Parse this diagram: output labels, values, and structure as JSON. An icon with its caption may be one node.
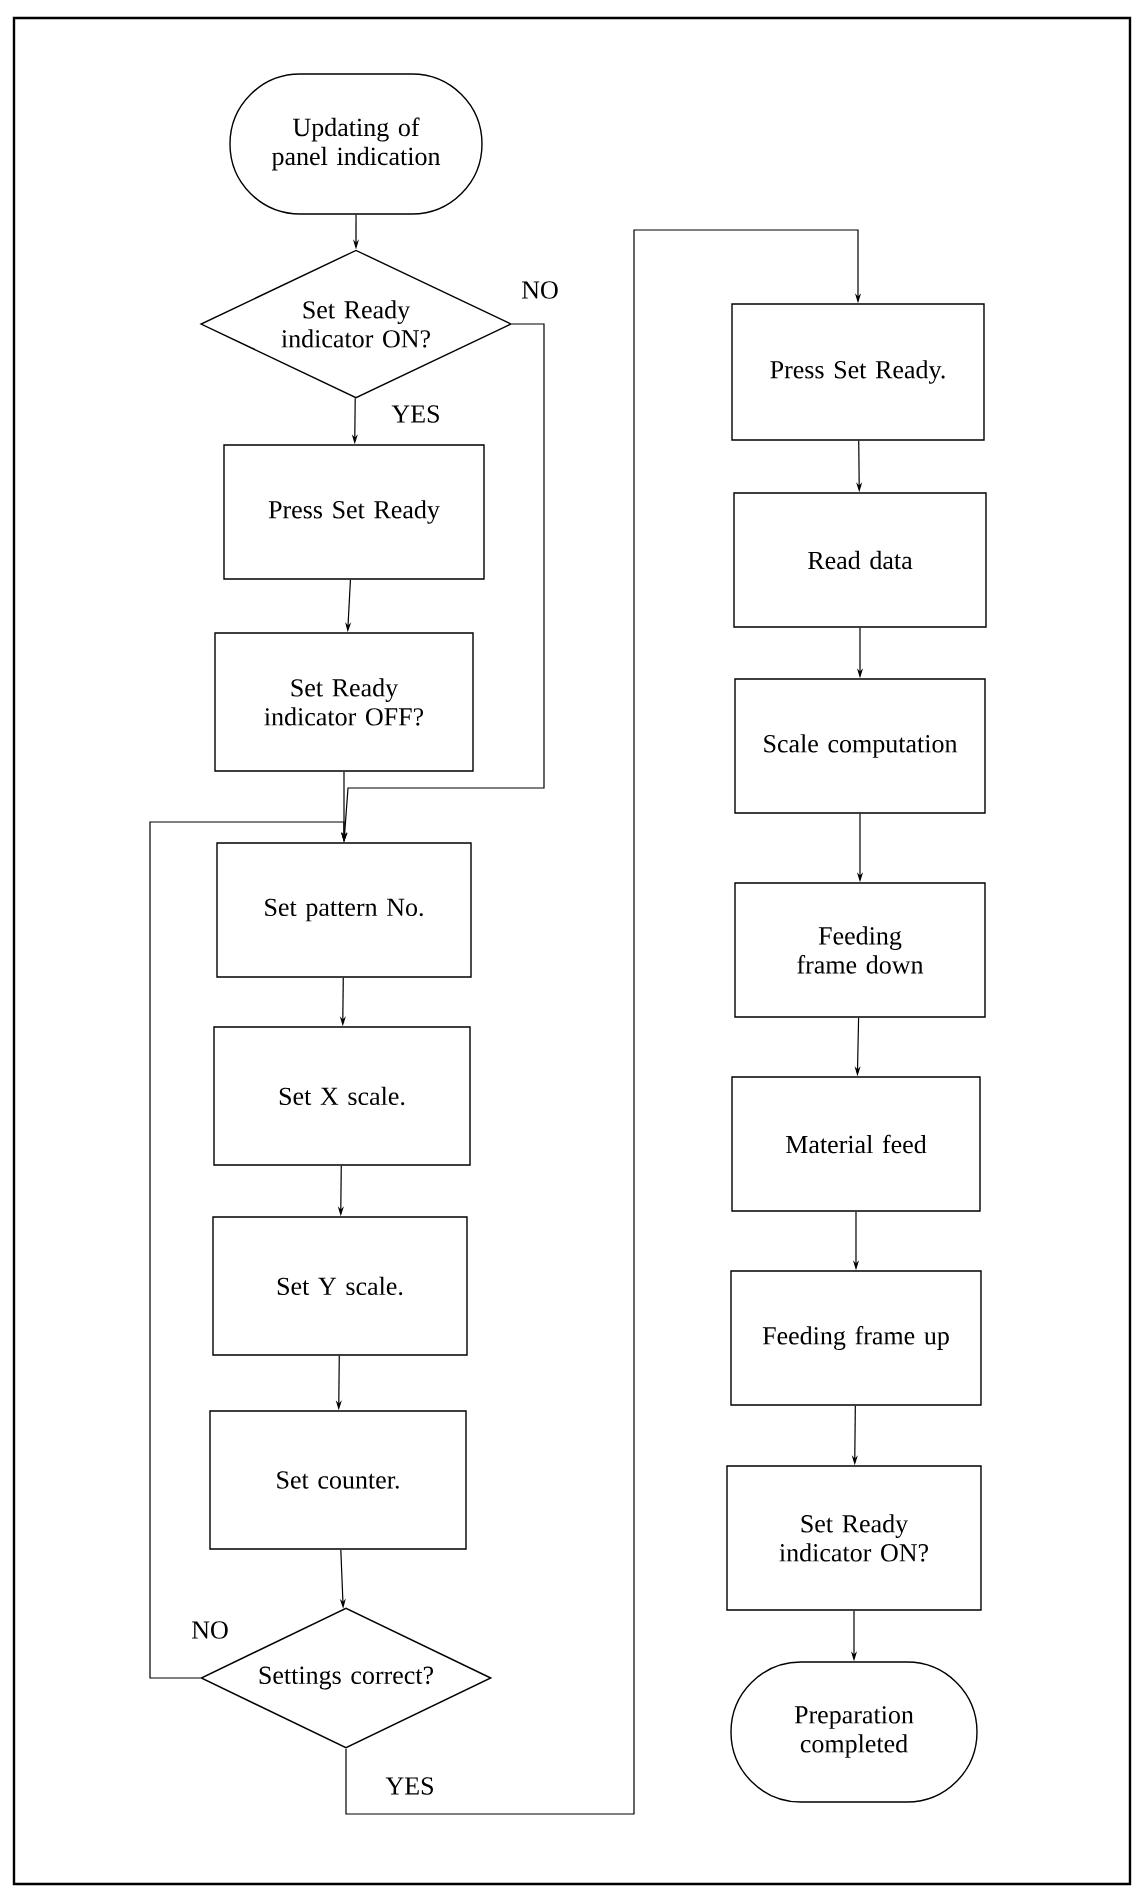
{
  "diagram": {
    "nodes": [
      {
        "text": [
          "Updating of panel indication"
        ]
      },
      {
        "text": [
          "Set Ready indicator ON?"
        ]
      },
      {
        "text": [
          "Press Set Ready"
        ]
      },
      {
        "text": [
          "Set Ready indicator OFF?"
        ]
      },
      {
        "text": [
          "Set pattern No."
        ]
      },
      {
        "text": [
          "Set X scale."
        ]
      },
      {
        "text": [
          "Set Y scale."
        ]
      },
      {
        "text": [
          "Set counter."
        ]
      },
      {
        "text": [
          "Settings correct?"
        ]
      },
      {
        "text": [
          "Press Set Ready."
        ]
      },
      {
        "text": [
          "Read data"
        ]
      },
      {
        "text": [
          "Scale computation"
        ]
      },
      {
        "text": [
          "Feeding frame down"
        ]
      },
      {
        "text": [
          "Material feed"
        ]
      },
      {
        "text": [
          "Feeding frame up"
        ]
      },
      {
        "text": [
          "Set Ready indicator ON?"
        ]
      },
      {
        "text": [
          "Preparation completed"
        ]
      }
    ],
    "edges": [
      {
        "from": 0,
        "to": 1,
        "arrow": "to"
      },
      {
        "from": 1,
        "to": 2,
        "arrow": "to",
        "label": "YES"
      },
      {
        "from": 1,
        "to": 4,
        "arrow": "to",
        "label": "NO"
      },
      {
        "from": 2,
        "to": 3,
        "arrow": "to"
      },
      {
        "from": 3,
        "to": 4,
        "arrow": "to"
      },
      {
        "from": 4,
        "to": 5,
        "arrow": "to"
      },
      {
        "from": 5,
        "to": 6,
        "arrow": "to"
      },
      {
        "from": 6,
        "to": 7,
        "arrow": "to"
      },
      {
        "from": 7,
        "to": 8,
        "arrow": "to"
      },
      {
        "from": 8,
        "to": 4,
        "arrow": "to",
        "label": "NO"
      },
      {
        "from": 8,
        "to": 9,
        "arrow": "to",
        "label": "YES"
      },
      {
        "from": 9,
        "to": 10,
        "arrow": "to"
      },
      {
        "from": 10,
        "to": 11,
        "arrow": "to"
      },
      {
        "from": 11,
        "to": 12,
        "arrow": "to"
      },
      {
        "from": 12,
        "to": 13,
        "arrow": "to"
      },
      {
        "from": 13,
        "to": 14,
        "arrow": "to"
      },
      {
        "from": 14,
        "to": 15,
        "arrow": "to"
      },
      {
        "from": 15,
        "to": 16,
        "arrow": "to"
      }
    ]
  }
}
